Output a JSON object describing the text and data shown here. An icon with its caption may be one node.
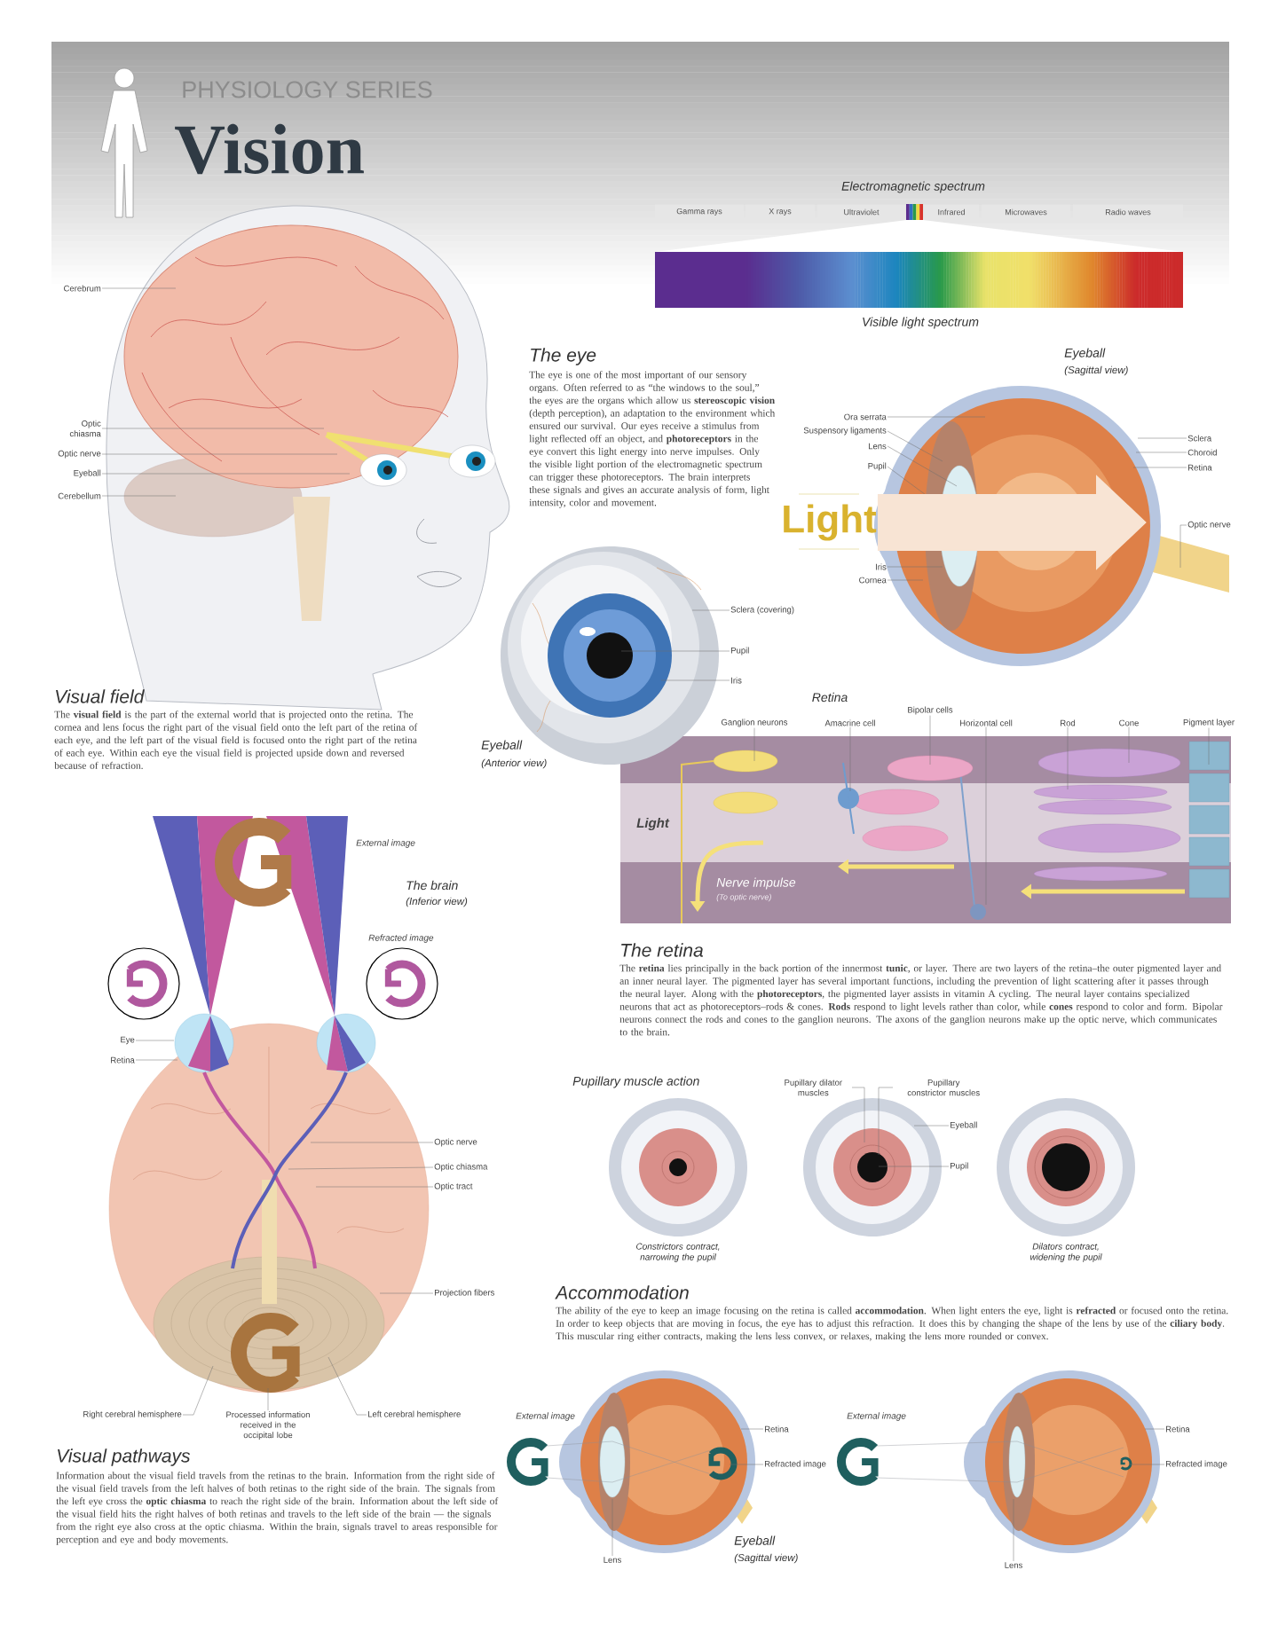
{
  "diagram": {
    "title": "Vision",
    "nodes": [
      {
        "text": [
          "Cerebrum"
        ]
      },
      {
        "text": [
          "Optic chiasma"
        ]
      },
      {
        "text": [
          "Optic nerve"
        ]
      },
      {
        "text": [
          "Eyeball"
        ]
      },
      {
        "text": [
          "Cerebellum"
        ]
      },
      {
        "text": [
          "Ora serrata"
        ]
      },
      {
        "text": [
          "Suspensory ligaments"
        ]
      },
      {
        "text": [
          "Lens"
        ]
      },
      {
        "text": [
          "Pupil"
        ]
      },
      {
        "text": [
          "Iris"
        ]
      },
      {
        "text": [
          "Cornea"
        ]
      },
      {
        "text": [
          "Sclera"
        ]
      },
      {
        "text": [
          "Choroid"
        ]
      },
      {
        "text": [
          "Retina"
        ]
      },
      {
        "text": [
          "Optic nerve"
        ]
      },
      {
        "text": [
          "Sclera (covering)"
        ]
      },
      {
        "text": [
          "Pupil"
        ]
      },
      {
        "text": [
          "Iris"
        ]
      },
      {
        "text": [
          "Ganglion neurons"
        ]
      },
      {
        "text": [
          "Amacrine cell"
        ]
      },
      {
        "text": [
          "Bipolar cells"
        ]
      },
      {
        "text": [
          "Horizontal cell"
        ]
      },
      {
        "text": [
          "Rod"
        ]
      },
      {
        "text": [
          "Cone"
        ]
      },
      {
        "text": [
          "Pigment layer"
        ]
      },
      {
        "text": [
          "Eye"
        ]
      },
      {
        "text": [
          "Retina"
        ]
      },
      {
        "text": [
          "Optic nerve"
        ]
      },
      {
        "text": [
          "Optic chiasma"
        ]
      },
      {
        "text": [
          "Optic tract"
        ]
      },
      {
        "text": [
          "Projection fibers"
        ]
      },
      {
        "text": [
          "Right cerebral hemisphere"
        ]
      },
      {
        "text": [
          "Processed information received in the occipital lobe"
        ]
      },
      {
        "text": [
          "Left cerebral hemisphere"
        ]
      },
      {
        "text": [
          "Pupillary dilator muscles"
        ]
      },
      {
        "text": [
          "Pupillary constrictor muscles"
        ]
      },
      {
        "text": [
          "Eyeball"
        ]
      },
      {
        "text": [
          "Pupil"
        ]
      },
      {
        "text": [
          "Retina"
        ]
      },
      {
        "text": [
          "Refracted image"
        ]
      },
      {
        "text": [
          "Lens"
        ]
      },
      {
        "text": [
          "Retina"
        ]
      },
      {
        "text": [
          "Refracted image"
        ]
      },
      {
        "text": [
          "Lens"
        ]
      },
      {
        "text": [],
        "shape": "picture"
      },
      {
        "text": [],
        "shape": "picture"
      },
      {
        "text": [],
        "shape": "picture"
      },
      {
        "text": [
          "Light"
        ]
      }
    ],
    "edges": [
      {
        "from": 0,
        "to": null,
        "arrow": "none"
      },
      {
        "from": 1,
        "to": null,
        "arrow": "none"
      },
      {
        "from": 2,
        "to": null,
        "arrow": "none"
      },
      {
        "from": 3,
        "to": null,
        "arrow": "none"
      },
      {
        "from": 4,
        "to": null,
        "arrow": "none"
      },
      {
        "from": 5,
        "to": null,
        "arrow": "none"
      },
      {
        "from": 6,
        "to": null,
        "arrow": "none"
      },
      {
        "from": 7,
        "to": null,
        "arrow": "none"
      },
      {
        "from": 8,
        "to": null,
        "arrow": "none"
      },
      {
        "from": 9,
        "to": null,
        "arrow": "none"
      },
      {
        "from": 10,
        "to": null,
        "arrow": "none"
      },
      {
        "from": 11,
        "to": null,
        "arrow": "none"
      },
      {
        "from": 12,
        "to": null,
        "arrow": "none"
      },
      {
        "from": 13,
        "to": null,
        "arrow": "none"
      },
      {
        "from": 14,
        "to": null,
        "arrow": "none"
      },
      {
        "from": 15,
        "to": 44,
        "arrow": "none"
      },
      {
        "from": 16,
        "to": 44,
        "arrow": "none"
      },
      {
        "from": 17,
        "to": 44,
        "arrow": "none"
      },
      {
        "from": 18,
        "to": 45,
        "arrow": "none"
      },
      {
        "from": 19,
        "to": 45,
        "arrow": "none"
      },
      {
        "from": 20,
        "to": 45,
        "arrow": "none"
      },
      {
        "from": 21,
        "to": 45,
        "arrow": "none"
      },
      {
        "from": 22,
        "to": 45,
        "arrow": "none"
      },
      {
        "from": 23,
        "to": 45,
        "arrow": "none"
      },
      {
        "from": 24,
        "to": 45,
        "arrow": "none"
      },
      {
        "from": 25,
        "to": null,
        "arrow": "none"
      },
      {
        "from": 26,
        "to": null,
        "arrow": "none"
      },
      {
        "from": 27,
        "to": null,
        "arrow": "none"
      },
      {
        "from": 28,
        "to": null,
        "arrow": "none"
      },
      {
        "from": 29,
        "to": null,
        "arrow": "none"
      },
      {
        "from": 30,
        "to": null,
        "arrow": "none"
      },
      {
        "from": 31,
        "to": null,
        "arrow": "none"
      },
      {
        "from": 32,
        "to": null,
        "arrow": "none"
      },
      {
        "from": 33,
        "to": null,
        "arrow": "none"
      },
      {
        "from": 34,
        "to": 46,
        "arrow": "none"
      },
      {
        "from": 35,
        "to": 46,
        "arrow": "none"
      },
      {
        "from": 36,
        "to": 46,
        "arrow": "none"
      },
      {
        "from": 37,
        "to": 46,
        "arrow": "none"
      },
      {
        "from": 38,
        "to": null,
        "arrow": "none"
      },
      {
        "from": 39,
        "to": null,
        "arrow": "none"
      },
      {
        "from": 40,
        "to": null,
        "arrow": "none"
      },
      {
        "from": 41,
        "to": null,
        "arrow": "none"
      },
      {
        "from": 42,
        "to": null,
        "arrow": "none"
      },
      {
        "from": 43,
        "to": null,
        "arrow": "none"
      },
      {
        "from": 47,
        "to": null,
        "arrow": "to",
        "style": "thick",
        "color": "#f8e4d4"
      }
    ],
    "labels": [
      "PHYSIOLOGY SERIES",
      "Electromagnetic spectrum",
      "Gamma rays",
      "X rays",
      "Ultraviolet",
      "Infrared",
      "Microwaves",
      "Radio waves",
      "Visible light spectrum",
      "The eye",
      "The eye is one of the most important of our sensory organs. Often referred to as “the windows to the soul,” the eyes are the organs which allow us **stereoscopic vision** (depth perception), an adaptation to the environment which ensured our survival. Our eyes receive a stimulus from light reflected off an object, and **photoreceptors** in the eye convert this light energy into nerve impulses. Only the visible light portion of the electromagnetic spectrum can trigger these photoreceptors. The brain interprets these signals and gives an accurate analysis of form, light intensity, color and movement.",
      "Eyeball",
      "(Sagittal view)",
      "Visual field",
      "The **visual field** is the part of the external world that is projected onto the retina. The cornea and lens focus the right part of the visual field onto the left part of the retina of each eye, and the left part of the visual field is focused onto the right part of the retina of each eye. Within each eye the visual field is projected upside down and reversed because of refraction.",
      "Eyeball",
      "(Anterior view)",
      "Retina",
      "Light",
      "Nerve impulse",
      "(To optic nerve)",
      "The retina",
      "The **retina** lies principally in the back portion of the innermost **tunic**, or layer. There are two layers of the retina–the outer pigmented layer and an inner neural layer. The pigmented layer has several important functions, including the prevention of light scattering after it passes through the neural layer. Along with the **photoreceptors**, the pigmented layer assists in vitamin A cycling. The neural layer contains specialized neurons that act as photoreceptors–rods & cones. **Rods** respond to light levels rather than color, while **cones** respond to color and form. Bipolar neurons connect the rods and cones to the ganglion neurons. The axons of the ganglion neurons make up the optic nerve, which communicates to the brain.",
      "External image",
      "The brain",
      "(Inferior view)",
      "Refracted image",
      "Pupillary muscle action",
      "Constrictors contract, narrowing the pupil",
      "Dilators contract, widening the pupil",
      "Accommodation",
      "The ability of the eye to keep an image focusing on the retina is called **accommodation**. When light enters the eye, light is **refracted** or focused onto the retina. In order to keep objects that are moving in focus, the eye has to adjust this refraction. It does this by changing the shape of the lens by use of the **ciliary body**. This muscular ring either contracts, making the lens less convex, or relaxes, making the lens more rounded or convex.",
      "Visual pathways",
      "Information about the visual field travels from the retinas to the brain. Information from the right side of the visual field travels from the left halves of both retinas to the right side of the brain. The signals from the left eye cross the **optic chiasma** to reach the right side of the brain. Information about the left side of the visual field hits the right halves of both retinas and travels to the left side of the brain — the signals from the right eye also cross at the optic chiasma. Within the brain, signals travel to areas responsible for perception and eye and body movements.",
      "External image",
      "External image",
      "Eyeball",
      "(Sagittal view)"
    ]
  }
}
